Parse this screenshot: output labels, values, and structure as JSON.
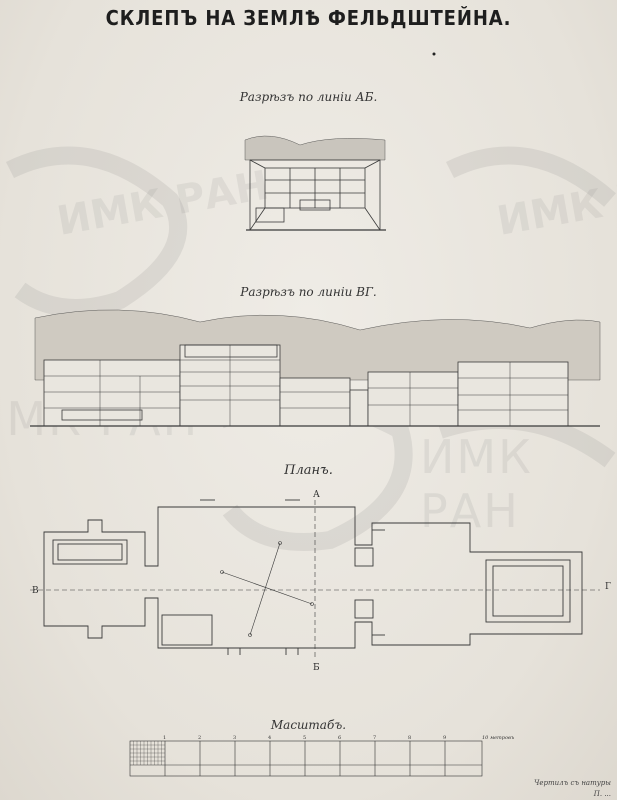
{
  "document": {
    "title": "СКЛЕПЪ НА ЗЕМЛѢ ФЕЛЬДШТЕЙНА.",
    "section_ab": "Разрѣзъ по линіи АБ.",
    "section_vg": "Разрѣзъ по линіи ВГ.",
    "plan_title": "Планъ.",
    "scale_title": "Масштабъ.",
    "scale_unit": "10 метровъ",
    "scale_ticks": [
      "1",
      "2",
      "3",
      "4",
      "5",
      "6",
      "7",
      "8",
      "9"
    ],
    "plan_labels": {
      "a": "А",
      "b": "Б",
      "v": "В",
      "g": "Г"
    },
    "credit_line1": "Чертилъ съ натуры",
    "credit_line2": "П. ..."
  },
  "watermark": {
    "text_left": "ИМК РАН",
    "text_right": "ИМК РАН"
  },
  "colors": {
    "paper": "#e9e6df",
    "ink": "#2a2a2a",
    "watermark": "#8a8a8a"
  }
}
